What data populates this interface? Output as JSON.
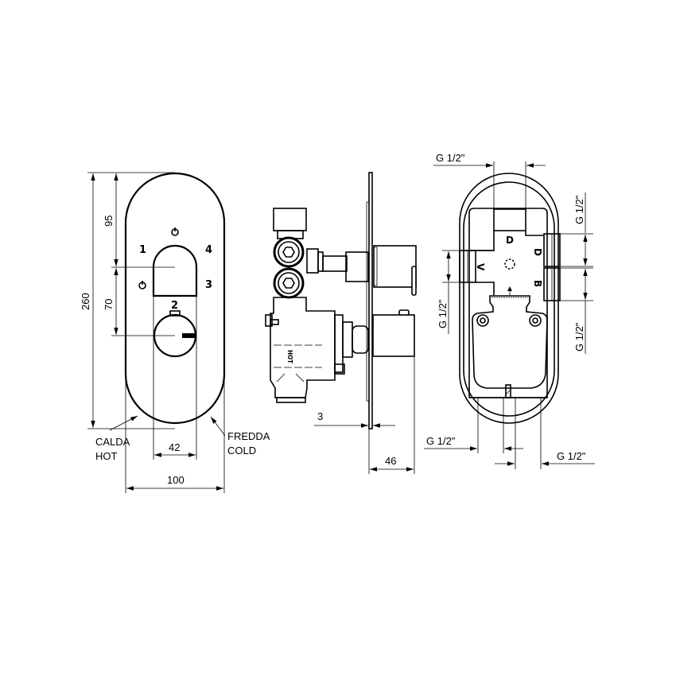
{
  "drawing": {
    "front_view": {
      "dimensions": {
        "total_height": "260",
        "upper_offset": "95",
        "axis_spacing": "70",
        "knob_width": "42",
        "plate_width": "100"
      },
      "dial_labels": [
        "1",
        "4",
        "3",
        "2"
      ],
      "off_symbol": "⏻",
      "callouts": {
        "hot": {
          "line1": "CALDA",
          "line2": "HOT"
        },
        "cold": {
          "line1": "FREDDA",
          "line2": "COLD"
        }
      }
    },
    "side_view": {
      "dimensions": {
        "plate_thickness": "3",
        "projection_depth": "46"
      },
      "body_marking": "HOT"
    },
    "back_view": {
      "dimensions": {
        "top_connection": "G 1/2\"",
        "right_upper_connection": "G 1/2\"",
        "right_lower_connection": "G 1/2\"",
        "left_connection": "G 1/2\"",
        "bottom_left_connection": "G 1/2\"",
        "bottom_right_connection": "G 1/2\""
      },
      "port_labels": {
        "top": "D",
        "right_upper": "D",
        "left": "V",
        "right_lower": "B"
      }
    }
  }
}
